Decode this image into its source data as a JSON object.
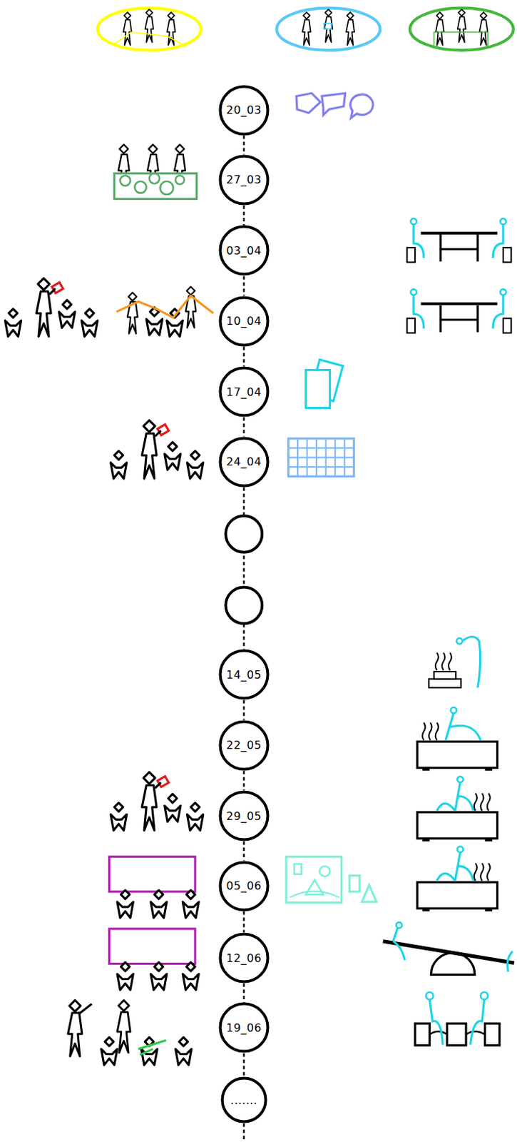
{
  "diagram": {
    "nodes": [
      {
        "text": [
          "20_03"
        ]
      },
      {
        "text": [
          "27_03"
        ]
      },
      {
        "text": [
          "03_04"
        ]
      },
      {
        "text": [
          "10_04"
        ]
      },
      {
        "text": [
          "17_04"
        ]
      },
      {
        "text": [
          "24_04"
        ]
      },
      {
        "text": [
          "14_05"
        ]
      },
      {
        "text": [
          "22_05"
        ]
      },
      {
        "text": [
          "29_05"
        ]
      },
      {
        "text": [
          "05_06"
        ]
      },
      {
        "text": [
          "12_06"
        ]
      },
      {
        "text": [
          "19_06"
        ]
      },
      {
        "text": [
          "......."
        ]
      }
    ],
    "edges": [
      {
        "from": 0,
        "to": 1,
        "arrow": "none"
      },
      {
        "from": 1,
        "to": 2,
        "arrow": "none"
      },
      {
        "from": 2,
        "to": 3,
        "arrow": "none"
      },
      {
        "from": 3,
        "to": 4,
        "arrow": "none"
      },
      {
        "from": 4,
        "to": 5,
        "arrow": "none"
      },
      {
        "from": 5,
        "to": 6,
        "arrow": "none"
      },
      {
        "from": 6,
        "to": 7,
        "arrow": "none"
      },
      {
        "from": 7,
        "to": 8,
        "arrow": "none"
      },
      {
        "from": 8,
        "to": 9,
        "arrow": "none"
      },
      {
        "from": 9,
        "to": 10,
        "arrow": "none"
      },
      {
        "from": 10,
        "to": 11,
        "arrow": "none"
      },
      {
        "from": 11,
        "to": 12,
        "arrow": "none"
      }
    ]
  }
}
